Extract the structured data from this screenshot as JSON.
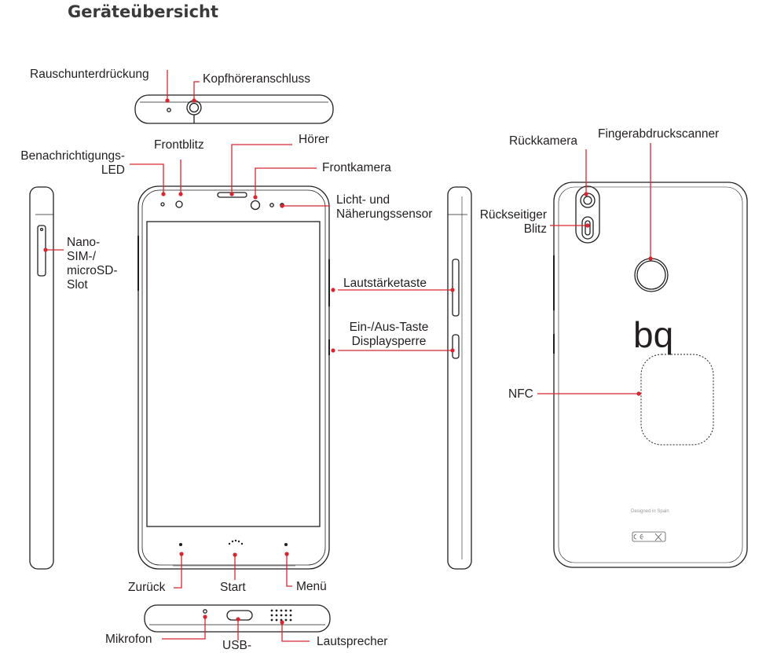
{
  "title": "Geräteübersicht",
  "labels": {
    "noise_cancel": "Rauschunterdrückung",
    "headphone": "Kopfhöreranschluss",
    "notification_led_1": "Benachrichtigungs-",
    "notification_led_2": "LED",
    "front_flash": "Frontblitz",
    "earpiece": "Hörer",
    "front_camera": "Frontkamera",
    "light_sensor_1": "Licht- und",
    "light_sensor_2": "Näherungssensor",
    "sim_slot_1": "Nano-",
    "sim_slot_2": "SIM-/",
    "sim_slot_3": "microSD-",
    "sim_slot_4": "Slot",
    "volume": "Lautstärketaste",
    "power_1": "Ein-/Aus-Taste",
    "power_2": "Displaysperre",
    "rear_camera": "Rückkamera",
    "fingerprint": "Fingerabdruckscanner",
    "rear_flash_1": "Rückseitiger",
    "rear_flash_2": "Blitz",
    "nfc": "NFC",
    "back": "Zurück",
    "home": "Start",
    "menu": "Menü",
    "microphone": "Mikrofon",
    "usb": "USB-",
    "speaker": "Lautsprecher"
  },
  "back_print": {
    "designed": "Designed in Spain",
    "logo": "bq"
  },
  "colors": {
    "callout": "#d7262e",
    "outline": "#231f20",
    "text": "#231f20"
  }
}
